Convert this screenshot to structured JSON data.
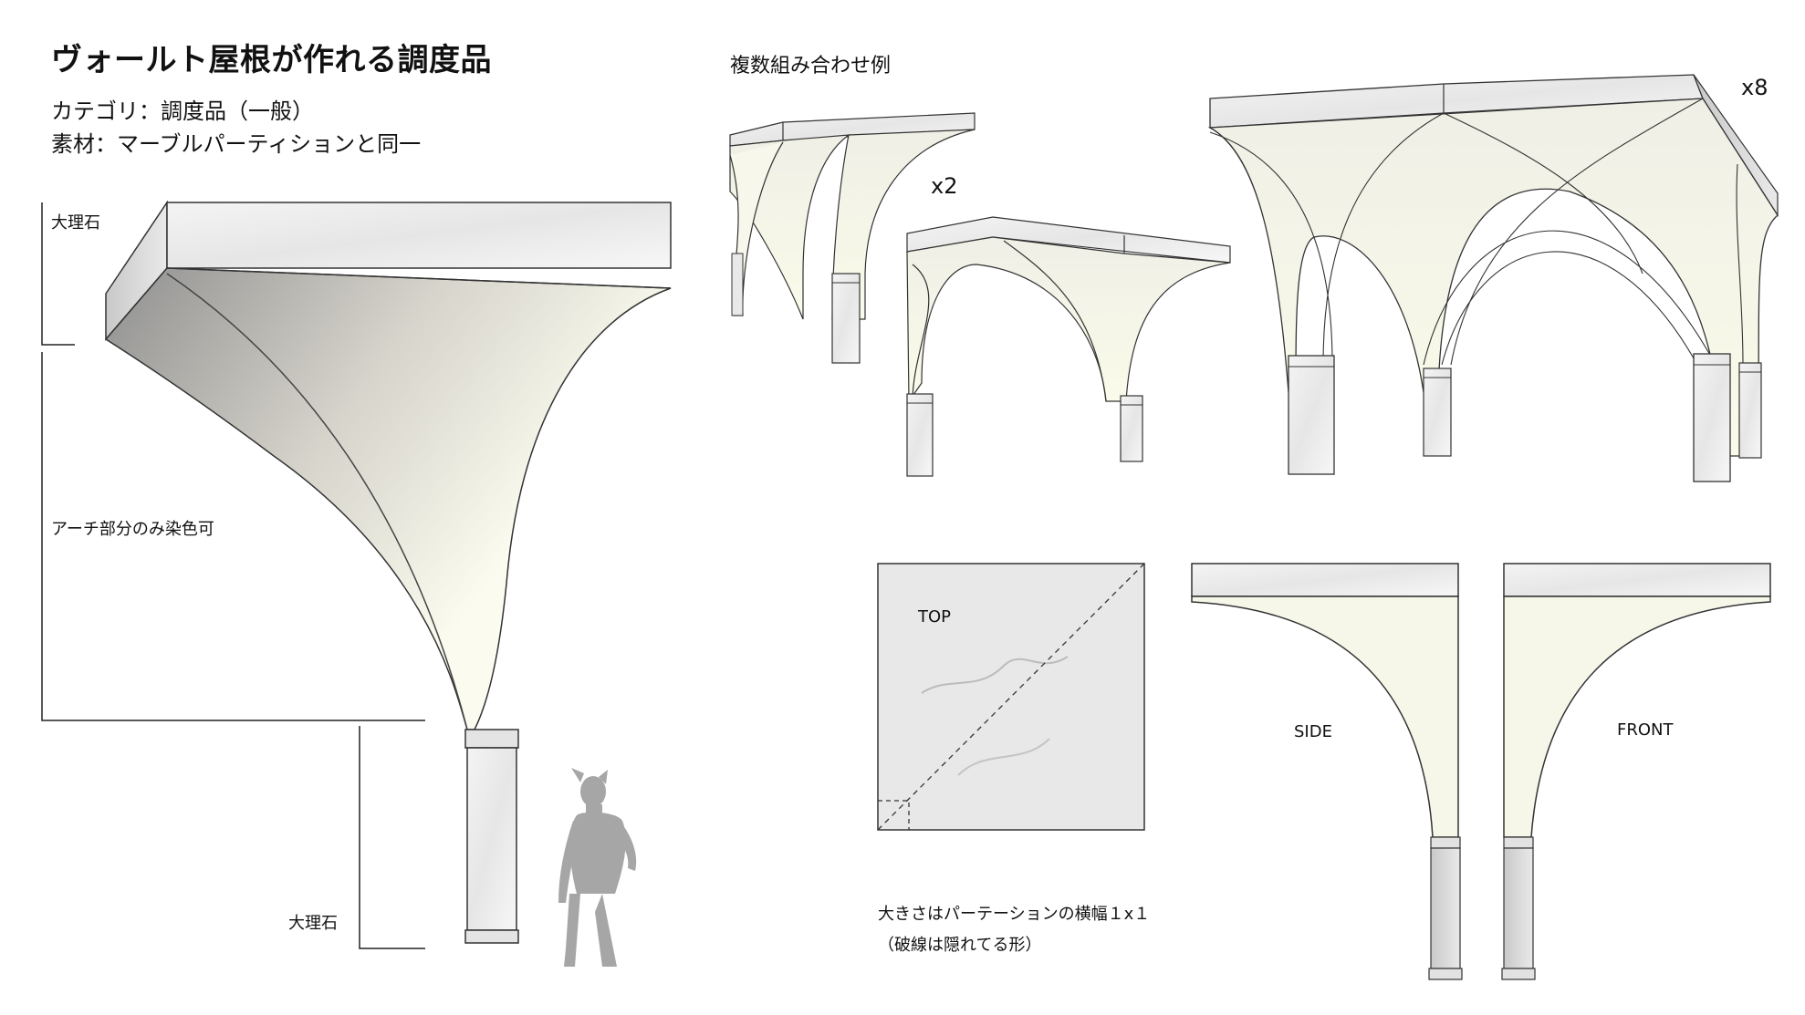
{
  "title": "ヴォールト屋根が作れる調度品",
  "category": "カテゴリ：調度品（一般）",
  "material": "素材：マーブルパーティションと同一",
  "main_labels": {
    "top_marble": "大理石",
    "arch": "アーチ部分のみ染色可",
    "bottom_marble": "大理石"
  },
  "combo": {
    "heading": "複数組み合わせ例",
    "x2": "x2",
    "x8": "x8"
  },
  "views": {
    "top": "TOP",
    "side": "SIDE",
    "front": "FRONT"
  },
  "notes": {
    "size": "大きさはパーテーションの横幅１x１",
    "dashed": "（破線は隠れてる形）"
  }
}
